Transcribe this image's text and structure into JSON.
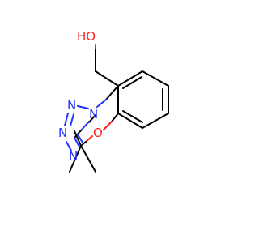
{
  "molecule": {
    "atom_labels": {
      "hydroxyl": "HO",
      "ring_oxygen": "O",
      "tetrazole_n1": "N",
      "tetrazole_n2": "N",
      "tetrazole_n3": "N",
      "tetrazole_n4": "N"
    },
    "colors": {
      "carbon_bond": "#000000",
      "nitrogen": "#2233ff",
      "oxygen": "#ff2020",
      "background": "#ffffff"
    }
  }
}
